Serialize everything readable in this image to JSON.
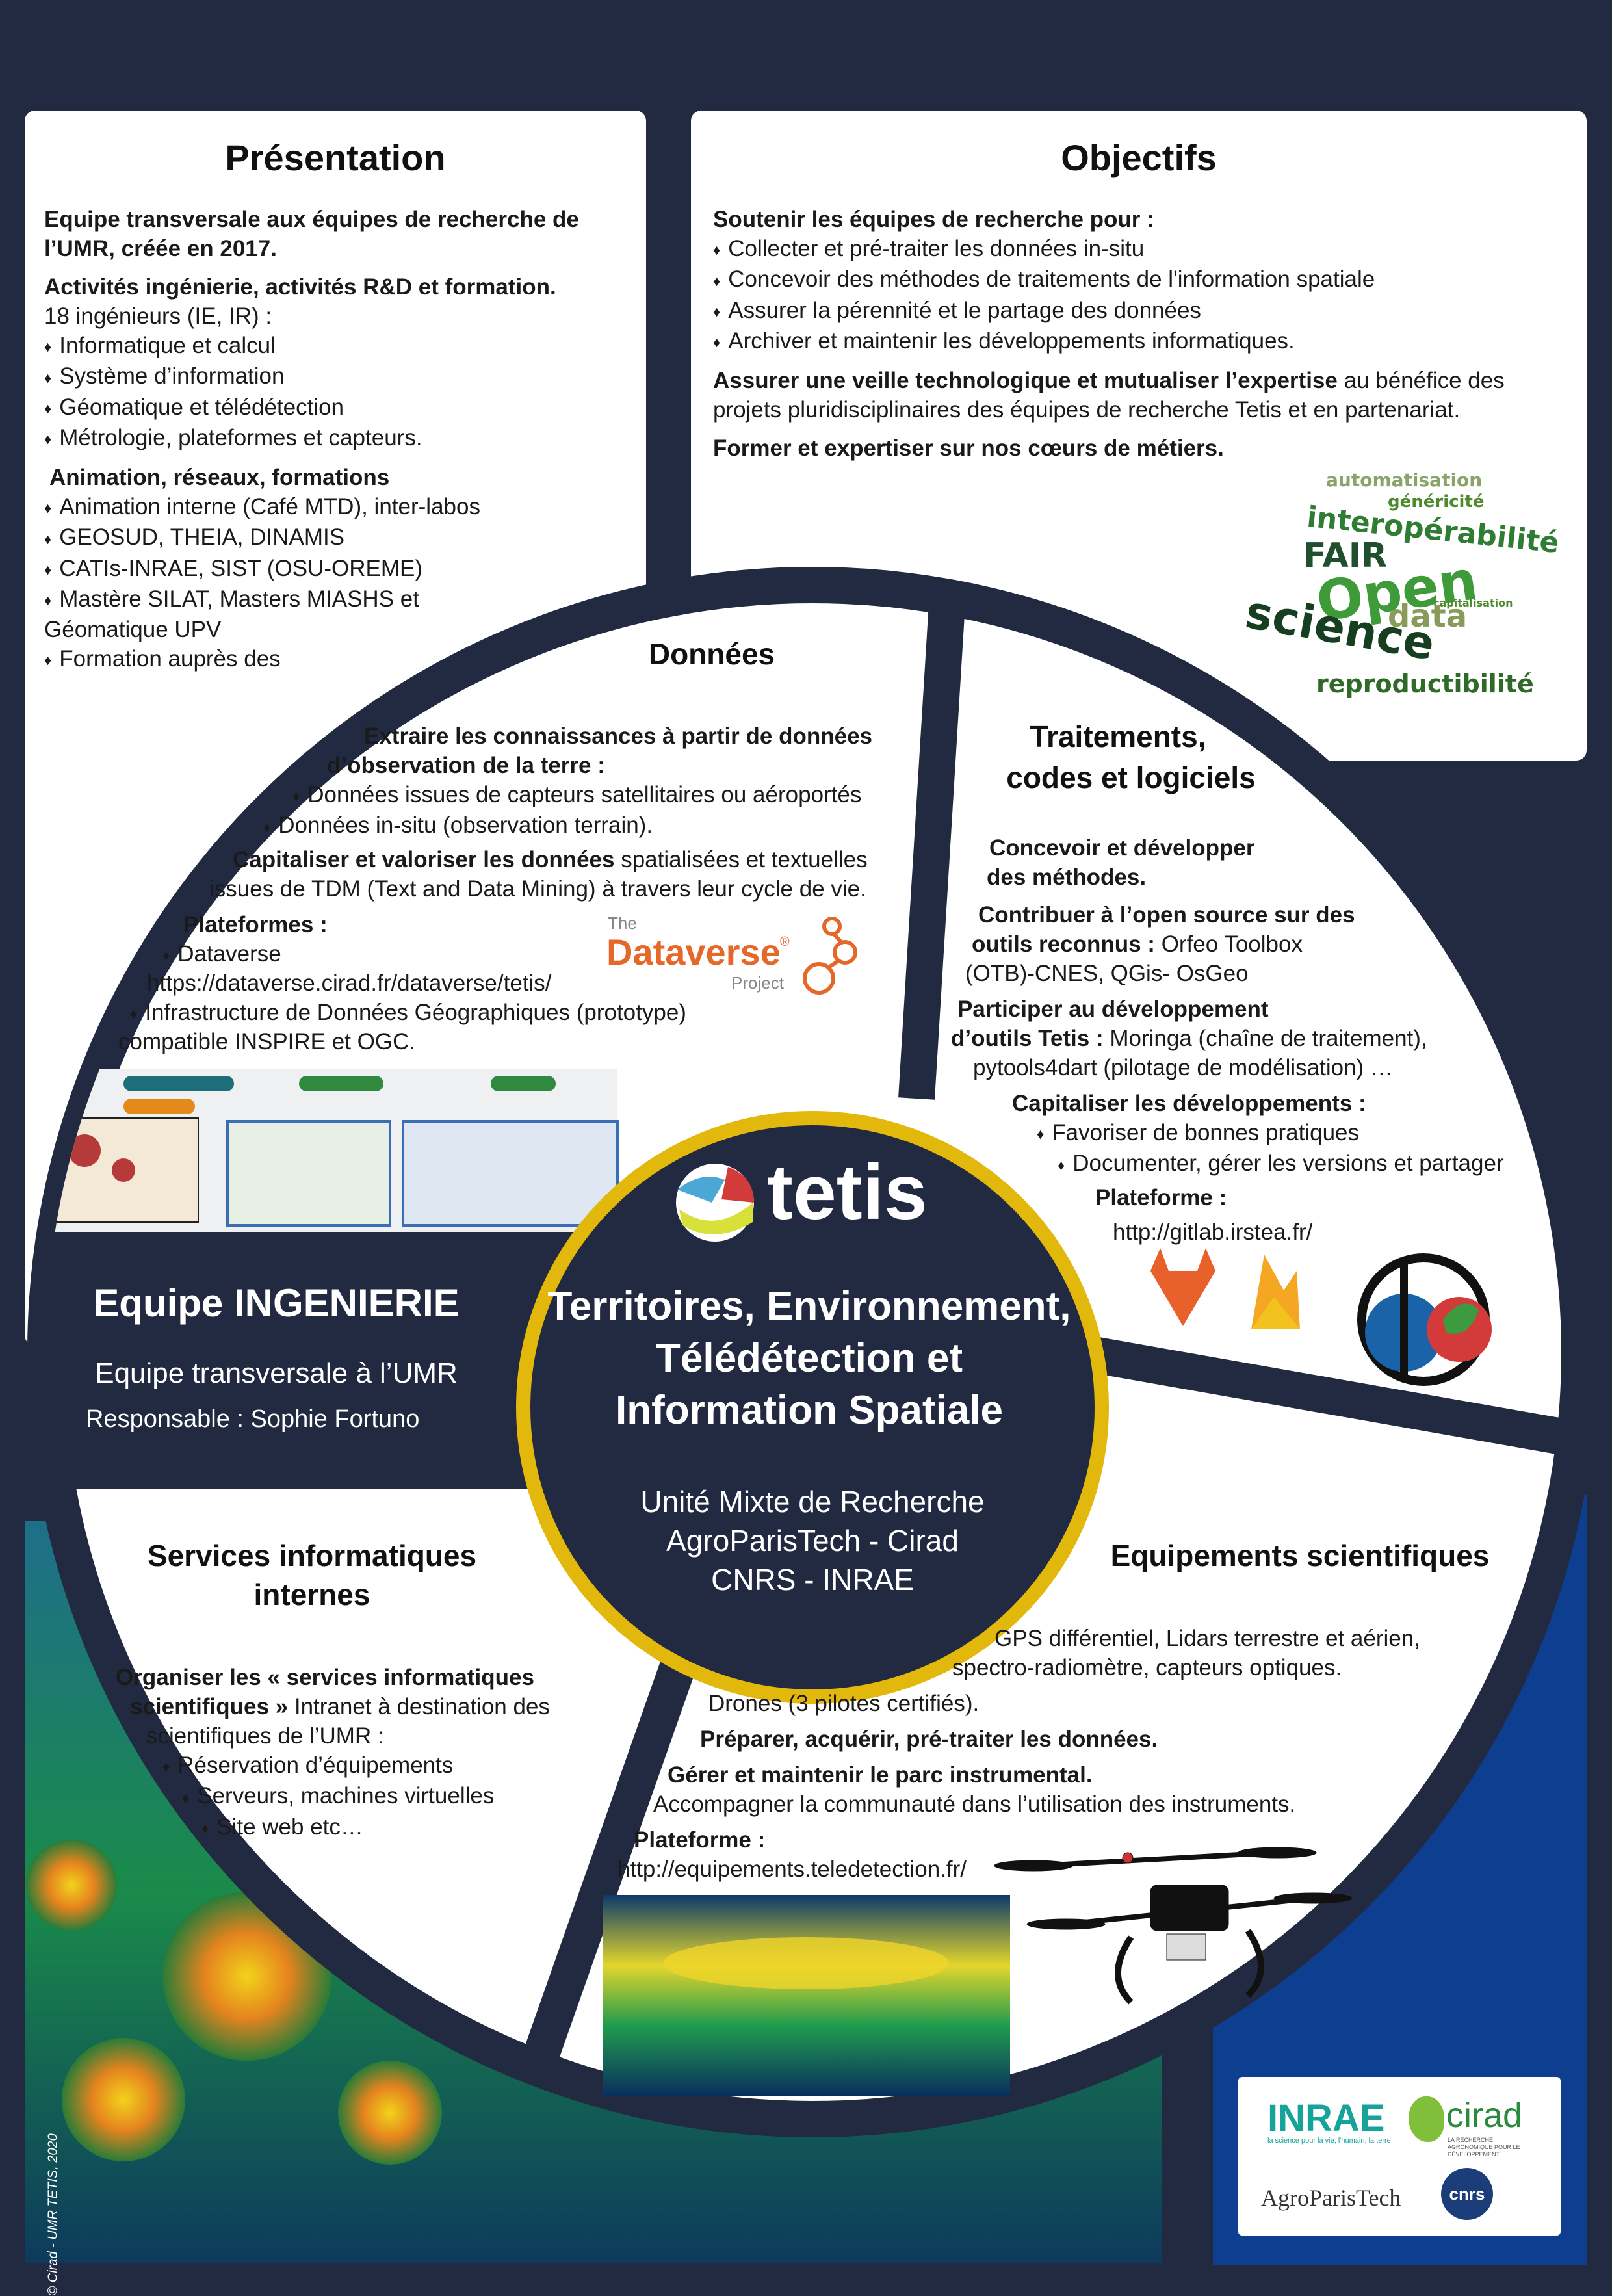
{
  "presentation": {
    "title": "Présentation",
    "intro": "Equipe transversale aux équipes de recherche de l’UMR, créée en 2017.",
    "activites_title": "Activités ingénierie, activités R&D et formation.",
    "ingenieurs": "18 ingénieurs (IE, IR) :",
    "ingenieurs_items": [
      "Informatique et calcul",
      "Système d’information",
      "Géomatique et télédétection",
      "Métrologie, plateformes et capteurs."
    ],
    "animation_title": "Animation, réseaux, formations",
    "animation_items": [
      "Animation interne (Café MTD), inter-labos",
      "GEOSUD, THEIA, DINAMIS",
      "CATIs-INRAE, SIST (OSU-OREME)",
      "Mastère SILAT, Masters MIASHS et Géomatique UPV",
      "Formation auprès des professionnels."
    ]
  },
  "objectifs": {
    "title": "Objectifs",
    "soutenir_title": "Soutenir les équipes de recherche pour :",
    "soutenir_items": [
      "Collecter et pré-traiter les données in-situ",
      "Concevoir des méthodes de traitements de l'information spatiale",
      "Assurer la pérennité et le partage des données",
      "Archiver et maintenir les développements informatiques."
    ],
    "veille_bold": "Assurer une veille technologique et mutualiser l’expertise",
    "veille_rest": " au bénéfice des projets pluridisciplinaires des équipes de recherche Tetis et en partenariat.",
    "former": "Former et expertiser sur nos cœurs de métiers.",
    "word_cloud": [
      "automatisation",
      "généricité",
      "interopérabilité",
      "FAIR",
      "Open",
      "capitalisation",
      "data",
      "science",
      "reproductibilité"
    ]
  },
  "donnees": {
    "title": "Données",
    "extraire_l1": "Extraire les connaissances à partir de données",
    "extraire_l2": "d’observation de la terre :",
    "extraire_items": [
      "Données issues de capteurs satellitaires ou aéroportés",
      "Données in-situ (observation terrain)."
    ],
    "capitaliser_bold": "Capitaliser et valoriser les données",
    "capitaliser_rest": " spatialisées et textuelles",
    "capitaliser_l2": "issues de TDM (Text and Data Mining)  à travers leur cycle de vie.",
    "plateformes_title": "Plateformes :",
    "plat_item1": "Dataverse",
    "plat_url": "https://dataverse.cirad.fr/dataverse/tetis/",
    "plat_item2": "Infrastructure de Données Géographiques (prototype)",
    "plat_item2_l2": "compatible INSPIRE et OGC.",
    "dataverse_logo_top": "The",
    "dataverse_logo_main": "Dataverse",
    "dataverse_logo_reg": "®",
    "dataverse_logo_sub": "Project"
  },
  "traitements": {
    "title_l1": "Traitements,",
    "title_l2": "codes et logiciels",
    "concevoir_l1": "Concevoir et développer",
    "concevoir_l2": "des méthodes.",
    "contribuer_l1": "Contribuer à l’open source sur des",
    "contribuer_l2_bold": "outils reconnus :",
    "contribuer_l2_rest": " Orfeo Toolbox",
    "contribuer_l3": "(OTB)-CNES, QGis- OsGeo",
    "participer_l1": "Participer au développement",
    "participer_l2_bold": "d’outils Tetis :",
    "participer_l2_rest": " Moringa (chaîne de traitement),",
    "participer_l3": "pytools4dart (pilotage de modélisation) …",
    "capitaliser_title": "Capitaliser les développements :",
    "capitaliser_items": [
      "Favoriser de bonnes pratiques",
      "Documenter, gérer les versions et partager"
    ],
    "plateforme_title": "Plateforme :",
    "plateforme_url": "http://gitlab.irstea.fr/"
  },
  "equipe": {
    "title": "Equipe INGENIERIE",
    "subtitle": "Equipe transversale à l’UMR",
    "responsable": "Responsable : Sophie Fortuno"
  },
  "center": {
    "logo_text": "tetis",
    "title_l1": "Territoires, Environnement,",
    "title_l2": "Télédétection et",
    "title_l3": "Information Spatiale",
    "unite_l1": "Unité Mixte de Recherche",
    "unite_l2": "AgroParisTech - Cirad",
    "unite_l3": "CNRS - INRAE"
  },
  "services": {
    "title_l1": "Services informatiques",
    "title_l2": "internes",
    "organiser_l1": "Organiser les « services informatiques",
    "organiser_l2_bold": "scientifiques »",
    "organiser_l2_rest": " Intranet à destination des",
    "organiser_l3": "scientifiques de l’UMR :",
    "items": [
      "Réservation d’équipements",
      "Serveurs, machines virtuelles",
      "Site web etc…"
    ]
  },
  "equipements": {
    "title": "Equipements scientifiques",
    "l1": "GPS différentiel, Lidars terrestre et aérien,",
    "l2": "spectro-radiomètre, capteurs optiques.",
    "l3": "Drones (3 pilotes certifiés).",
    "preparer": "Préparer, acquérir, pré-traiter les données.",
    "gerer": "Gérer et maintenir le parc instrumental.",
    "accompagner": "Accompagner la communauté dans l’utilisation des instruments.",
    "plateforme_title": "Plateforme :",
    "plateforme_url": "http://equipements.teledetection.fr/"
  },
  "partners": {
    "inrae": "INRAE",
    "inrae_tag": "la science pour la vie, l'humain, la terre",
    "cirad": "cirad",
    "cirad_tag": "LA RECHERCHE AGRONOMIQUE POUR LE DÉVELOPPEMENT",
    "agro": "AgroParisTech",
    "cnrs": "cnrs"
  },
  "copyright": "© Cirad - UMR TETIS, 2020",
  "colors": {
    "background": "#222a42",
    "accent_yellow": "#e3b80c",
    "dataverse_orange": "#e5672a",
    "partner_blue": "#0d3e8f",
    "green": "#2f7d32"
  }
}
